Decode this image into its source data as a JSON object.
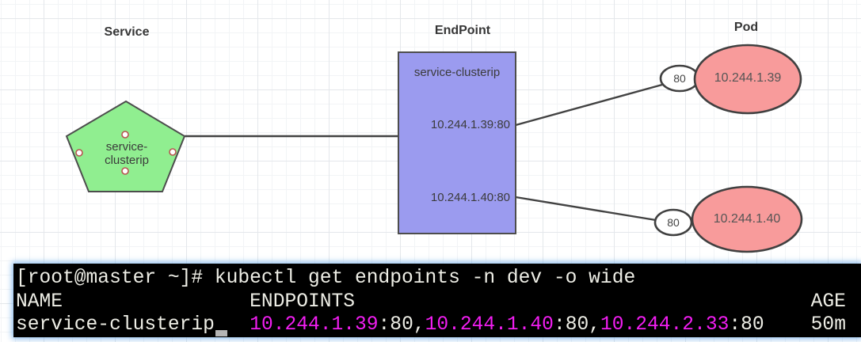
{
  "diagram": {
    "service_label": "Service",
    "endpoint_label": "EndPoint",
    "pod_label": "Pod",
    "service_node": {
      "line1": "service-",
      "line2": "clusterip"
    },
    "endpoint_node": {
      "title": "service-clusterip",
      "rows": [
        "10.244.1.39:80",
        "10.244.1.40:80"
      ]
    },
    "pods": [
      {
        "port": "80",
        "ip": "10.244.1.39"
      },
      {
        "port": "80",
        "ip": "10.244.1.40"
      }
    ],
    "colors": {
      "service_fill": "#90ee90",
      "endpoint_fill": "#9b9bef",
      "pod_fill": "#f89b9b",
      "port_fill": "#ffffff",
      "stroke": "#4d4d4d"
    }
  },
  "terminal": {
    "prompt_line": "[root@master ~]# kubectl get endpoints -n dev -o wide",
    "header_line": "NAME                ENDPOINTS                                       AGE",
    "result_line": {
      "name": "service-clusterip   ",
      "ep1_ip": "10.244.1.39",
      "ep1_rest": ":80,",
      "ep2_ip": "10.244.1.40",
      "ep2_rest": ":80,",
      "ep3_ip": "10.244.2.33",
      "ep3_rest": ":80",
      "age": "    50m"
    },
    "colors": {
      "background": "#000000",
      "foreground": "#eeeee6",
      "ip_highlight": "#f21ef2",
      "window_glow": "#7db4eb"
    }
  }
}
